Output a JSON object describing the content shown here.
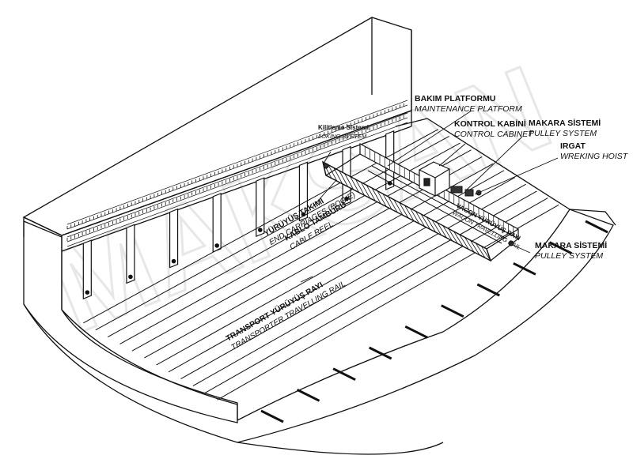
{
  "labels": {
    "maintenance_tr": "BAKIM PLATFORMU",
    "maintenance_en": "MAINTENANCE PLATFORM",
    "control_tr": "KONTROL KABİNİ",
    "control_en": "CONTROL CABINET",
    "pulley_top_tr": "MAKARA SİSTEMİ",
    "pulley_top_en": "PULLEY SYSTEM",
    "hoist_tr": "IRGAT",
    "hoist_en": "WREKING HOIST",
    "locking_tr": "Kilitleme Sistemi",
    "locking_en": "LOKING SYSTEM",
    "bogie_tr": "YÜRÜYÜŞ TAKIMI",
    "bogie_en": "END CARRIAGES (BOGIE)",
    "cable_tr": "KABLO TAMBURU",
    "cable_en": "CABLE REEL",
    "wagon_rail_tr": "VAGON YÜRÜYÜŞ RAYI",
    "wagon_rail_en": "WAGON TRAVELLING RAIL",
    "pulley_low_tr": "MAKARA SİSTEMİ",
    "pulley_low_en": "PULLEY SYSTEM",
    "transport_tr": "TRANSPORT YÜRÜYÜŞ RAYI",
    "transport_en": "TRANSPORTER  TRAVELLING RAIL"
  },
  "watermark": "MAKSAN",
  "colors": {
    "line": "#111111",
    "watermark": "#e6e6e6",
    "background": "#ffffff"
  }
}
